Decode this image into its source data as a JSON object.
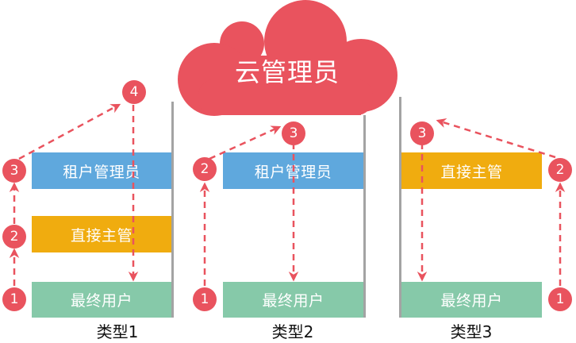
{
  "diagram": {
    "cloud": {
      "label": "云管理员"
    },
    "colors": {
      "cloud": "#e9535e",
      "tenant_admin": "#5fa8dd",
      "direct_manager": "#f0ac0f",
      "end_user": "#86c9a9",
      "arrow": "#e9535e",
      "separator": "#a3a3a3"
    },
    "types": [
      {
        "label": "类型1",
        "boxes": [
          {
            "role": "tenant-admin",
            "label": "租户管理员"
          },
          {
            "role": "direct-manager",
            "label": "直接主管"
          },
          {
            "role": "end-user",
            "label": "最终用户"
          }
        ],
        "steps": [
          "1",
          "2",
          "3",
          "4"
        ]
      },
      {
        "label": "类型2",
        "boxes": [
          {
            "role": "tenant-admin",
            "label": "租户管理员"
          },
          {
            "role": "end-user",
            "label": "最终用户"
          }
        ],
        "steps": [
          "1",
          "2",
          "3"
        ]
      },
      {
        "label": "类型3",
        "boxes": [
          {
            "role": "direct-manager",
            "label": "直接主管"
          },
          {
            "role": "end-user",
            "label": "最终用户"
          }
        ],
        "steps": [
          "1",
          "2",
          "3"
        ]
      }
    ]
  }
}
